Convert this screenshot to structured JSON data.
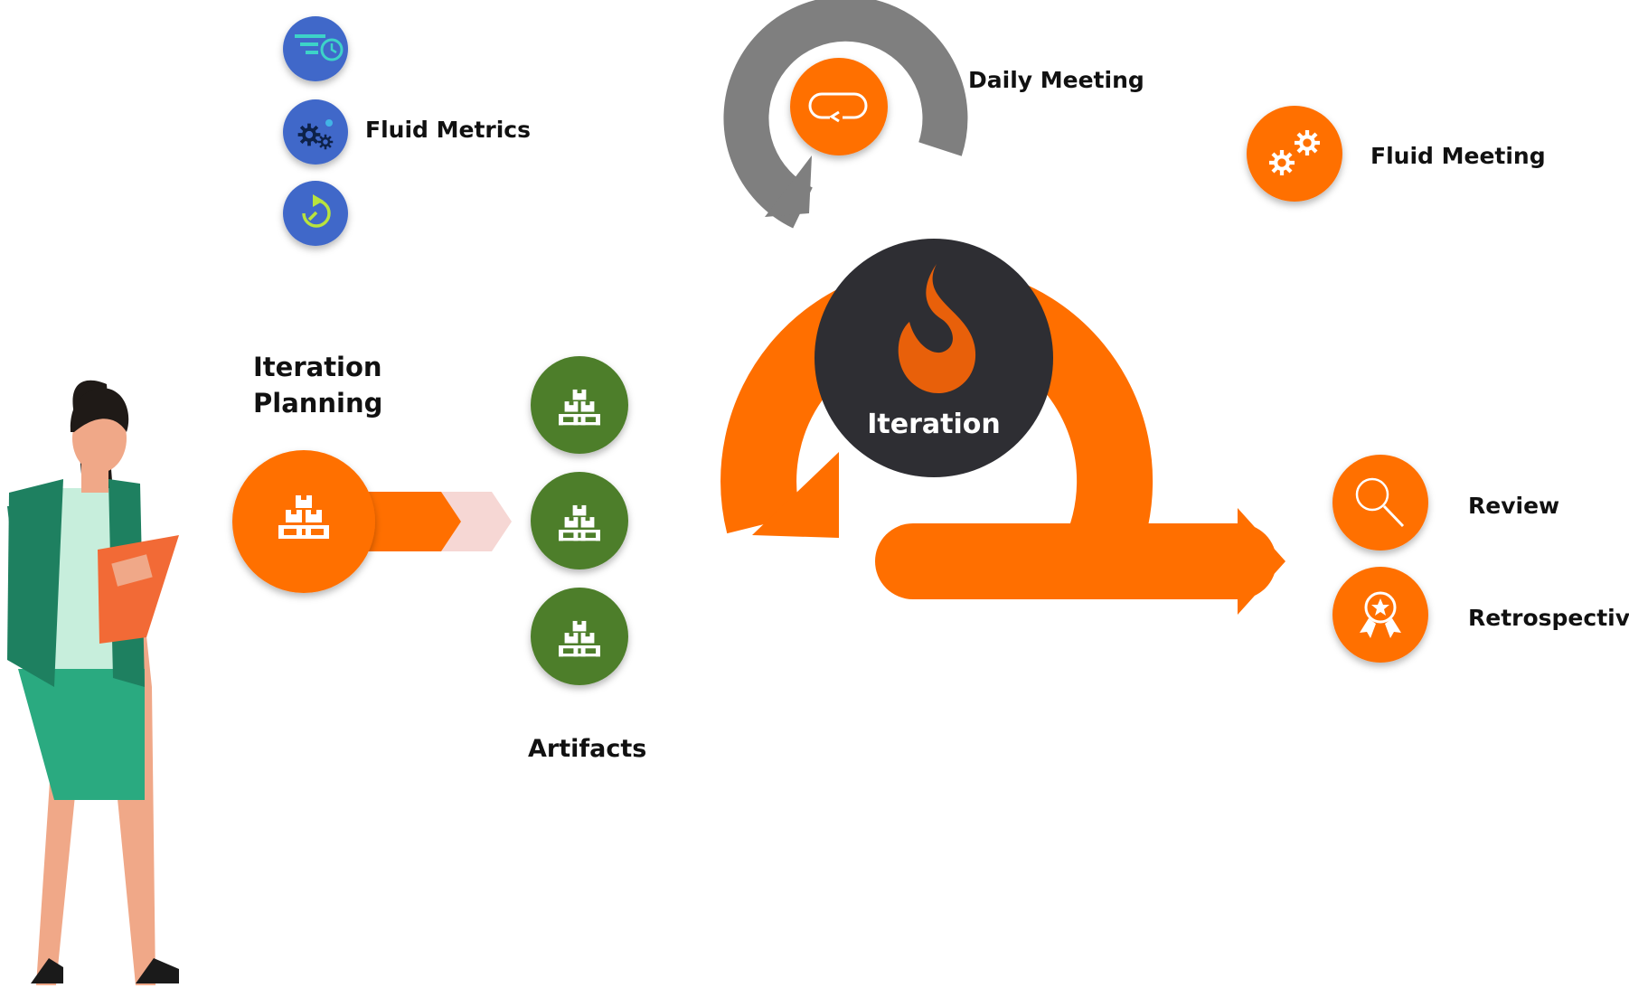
{
  "colors": {
    "orange": "#FF6F00",
    "orange_dark": "#E8600A",
    "gray_arrow": "#7F7F7F",
    "blue": "#3F67C9",
    "green": "#4E7E2B",
    "dark_circle": "#2E2E33",
    "pink_chevron": "#F6D7D4"
  },
  "metrics": {
    "label": "Fluid Metrics",
    "icons": [
      "speed-clock-icon",
      "gears-icon",
      "refresh-arrow-icon"
    ]
  },
  "planning": {
    "label_line1": "Iteration",
    "label_line2": "Planning",
    "icon": "boxes-pallet-icon"
  },
  "artifacts": {
    "label": "Artifacts",
    "icons": [
      "boxes-pallet-icon",
      "boxes-pallet-icon",
      "boxes-pallet-icon"
    ]
  },
  "cycle": {
    "center_label": "Iteration",
    "center_icon": "flame-logo-icon"
  },
  "daily_meeting": {
    "label": "Daily Meeting",
    "icon": "loop-arrow-icon"
  },
  "fluid_meeting": {
    "label": "Fluid Meeting",
    "icon": "gears-icon"
  },
  "review": {
    "label": "Review",
    "icon": "magnifier-icon"
  },
  "retrospective": {
    "label": "Retrospective",
    "icon": "award-ribbon-icon"
  },
  "person": {
    "icon": "woman-with-clipboard-icon"
  }
}
